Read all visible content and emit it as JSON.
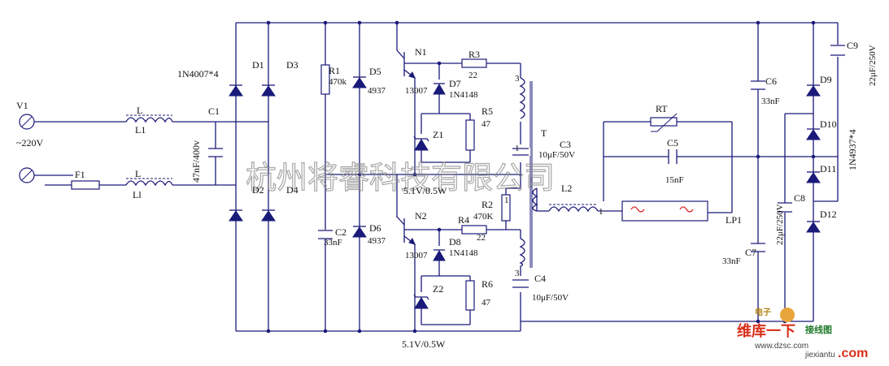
{
  "components": {
    "V1": "V1",
    "V1_val": "~220V",
    "L_top": "L",
    "L1": "L1",
    "L_bot": "L",
    "Ll": "Ll",
    "F1": "F1",
    "C1": "C1",
    "C1_val": "47nF/400v",
    "bridge_part": "1N4007*4",
    "D1": "D1",
    "D2": "D2",
    "D3": "D3",
    "D4": "D4",
    "R1": "R1",
    "R1_val": "470k",
    "C2": "C2",
    "C2_val": "33nF",
    "D5": "D5",
    "D5_val": "4937",
    "D6": "D6",
    "D6_val": "4937",
    "N1": "N1",
    "N1_val": "13007",
    "N2": "N2",
    "N2_val": "13007",
    "D7": "D7",
    "D7_val": "1N4148",
    "D8": "D8",
    "D8_val": "1N4148",
    "R3": "R3",
    "R3_val": "22",
    "R4": "R4",
    "R4_val": "22",
    "R5": "R5",
    "R5_val": "47",
    "R6": "R6",
    "R6_val": "47",
    "R2": "R2",
    "R2_val": "470K",
    "Z1": "Z1",
    "Z2": "Z2",
    "zener_val_top": "5.1V/0.5W",
    "zener_val_bot": "5.1V/0.5W",
    "T": "T",
    "C3": "C3",
    "C3_val": "10μF/50V",
    "C4": "C4",
    "C4_val": "10μF/50V",
    "L2": "L2",
    "RT": "RT",
    "C5": "C5",
    "C5_val": "15nF",
    "LP1": "LP1",
    "C6": "C6",
    "C6_val": "33nF",
    "C7": "C7",
    "C7_val": "33nF",
    "C8": "C8",
    "C8_val": "22μF/250V",
    "C9": "C9",
    "C9_val": "22μF/250V",
    "D9": "D9",
    "D10": "D10",
    "D11": "D11",
    "D12": "D12",
    "right_bridge_part": "1N4937*4",
    "winding_3a": "3",
    "winding_3b": "3",
    "winding_1a": "1",
    "winding_1b": "1",
    "winding_1c": "1"
  },
  "watermark": "杭州将睿科技有限公司",
  "logo": {
    "top": "电子",
    "main": "维库一下",
    "sub": "接线图",
    "url": "www.dzsc.com",
    "url2": "jiexiantu",
    "dotcom": ".com"
  }
}
